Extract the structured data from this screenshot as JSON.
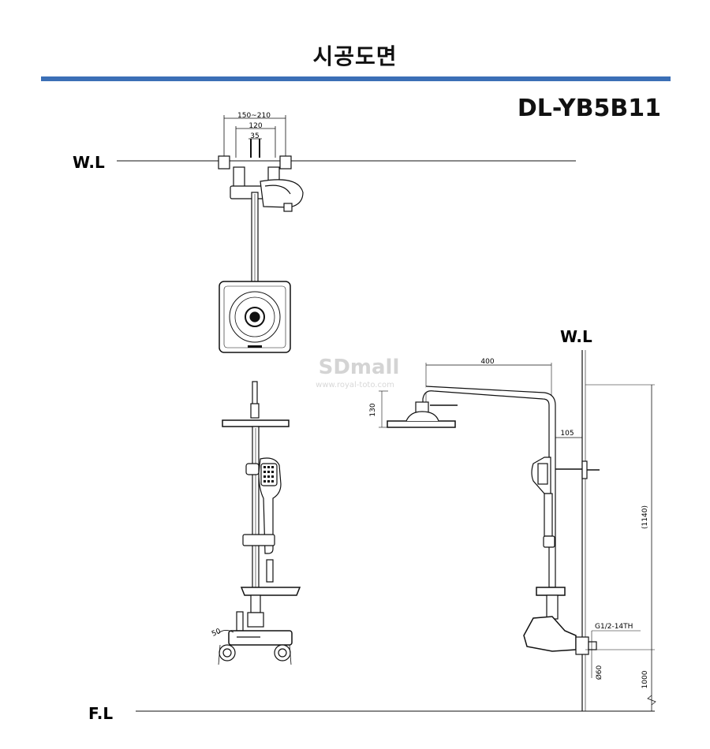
{
  "header": {
    "title": "시공도면",
    "model": "DL-YB5B11"
  },
  "levels": {
    "wall_line": "W.L",
    "floor_line": "F.L"
  },
  "dimensions": {
    "top_span": "150~210",
    "top_center": "120",
    "top_inner": "35",
    "arm_length": "400",
    "head_drop": "130",
    "wall_offset": "105",
    "total_height": "(1140)",
    "mixer_height": "1000",
    "thread": "G1/2-14TH",
    "flange": "Ø60",
    "spout": "50"
  },
  "watermark": {
    "brand": "SDmall",
    "url": "www.royal-toto.com"
  },
  "colors": {
    "accent_rule": "#3b6fb6",
    "line": "#111111",
    "watermark": "#d4d4d4"
  }
}
